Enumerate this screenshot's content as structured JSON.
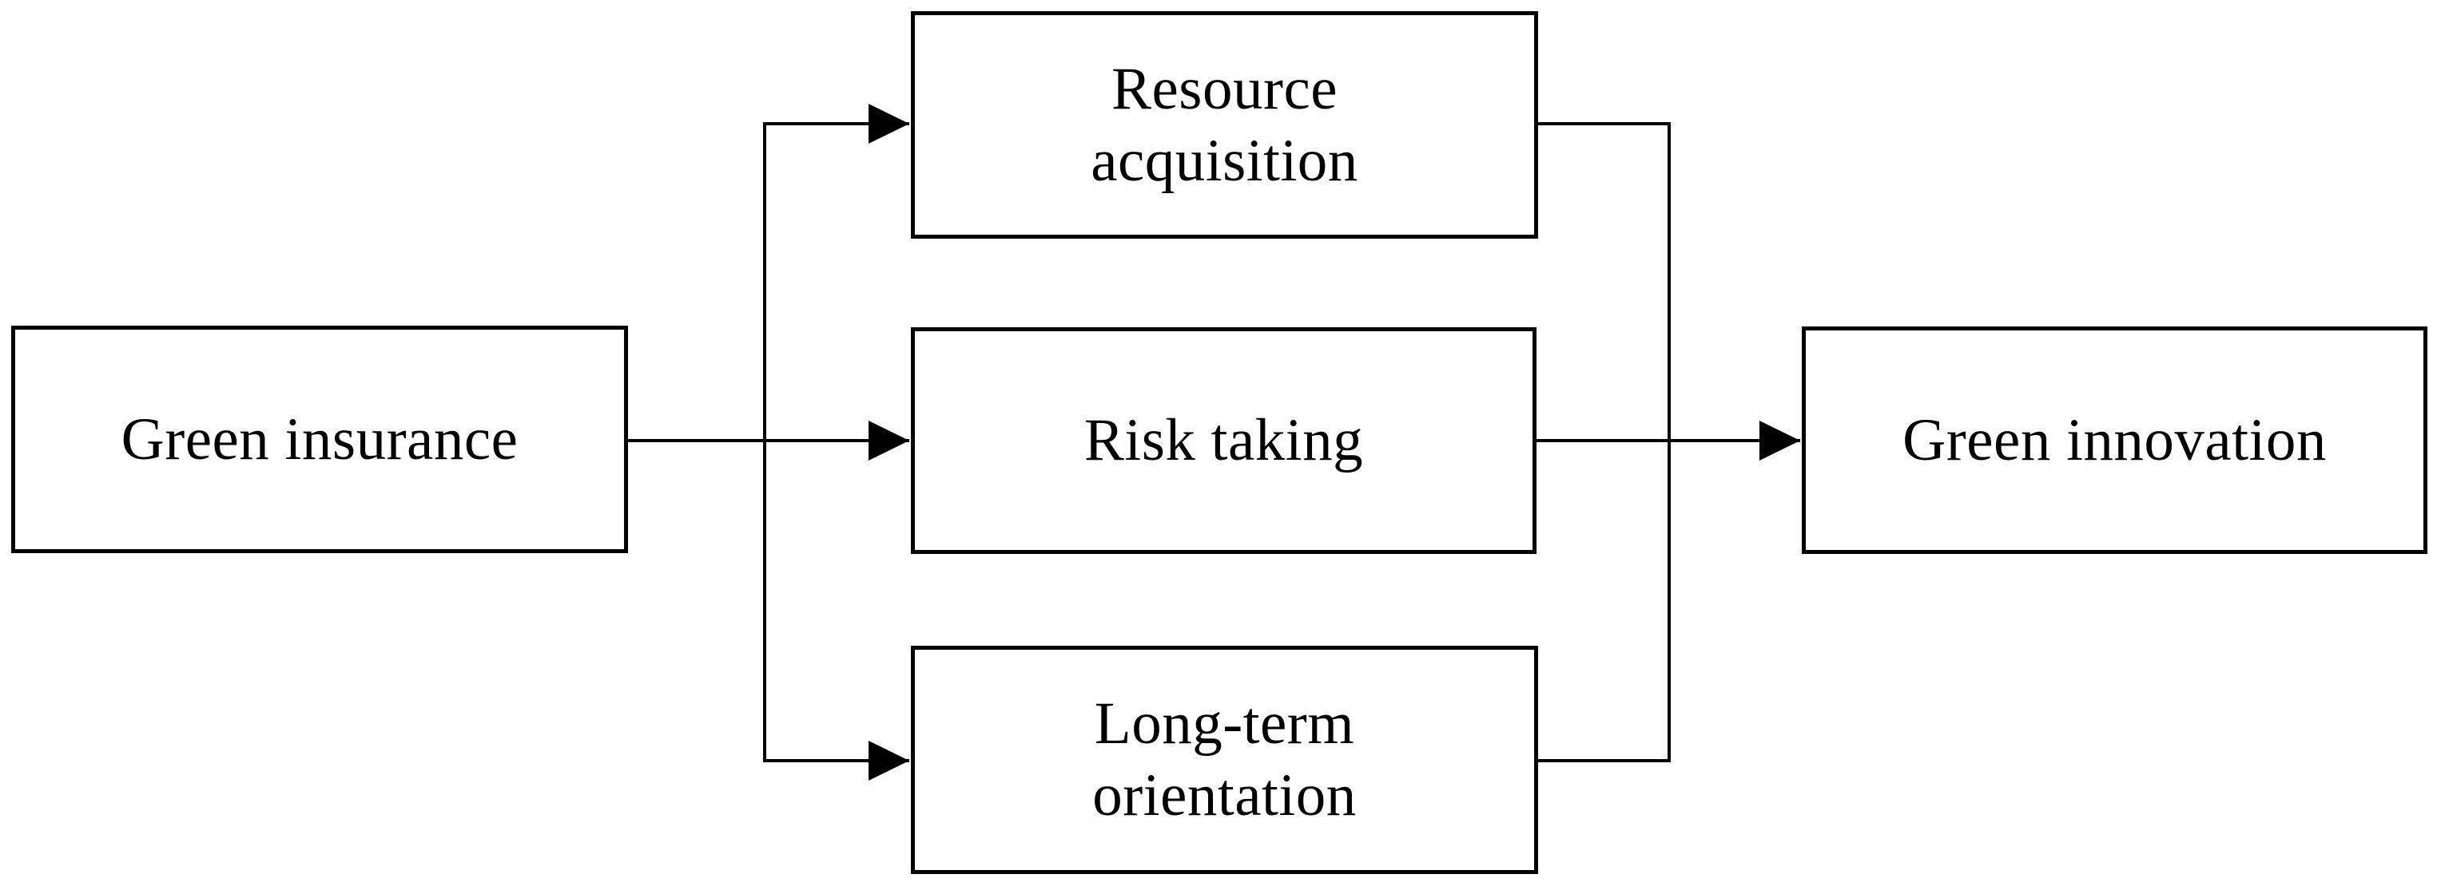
{
  "diagram": {
    "type": "flow-diagram",
    "background_color": "#ffffff",
    "box_fill": "#ffffff",
    "box_border_color": "#000000",
    "line_color": "#000000",
    "text_color": "#000000",
    "nodes": [
      {
        "id": "green-insurance",
        "label": "Green insurance"
      },
      {
        "id": "resource-acquisition",
        "label": "Resource\nacquisition"
      },
      {
        "id": "risk-taking",
        "label": "Risk taking"
      },
      {
        "id": "long-term-orientation",
        "label": "Long-term\norientation"
      },
      {
        "id": "green-innovation",
        "label": "Green innovation"
      }
    ],
    "edges": [
      {
        "from": "green-insurance",
        "to": "resource-acquisition",
        "arrow": true
      },
      {
        "from": "green-insurance",
        "to": "risk-taking",
        "arrow": true
      },
      {
        "from": "green-insurance",
        "to": "long-term-orientation",
        "arrow": true
      },
      {
        "from": "resource-acquisition",
        "to": "green-innovation",
        "arrow": false
      },
      {
        "from": "risk-taking",
        "to": "green-innovation",
        "arrow": true
      },
      {
        "from": "long-term-orientation",
        "to": "green-innovation",
        "arrow": false
      }
    ]
  }
}
